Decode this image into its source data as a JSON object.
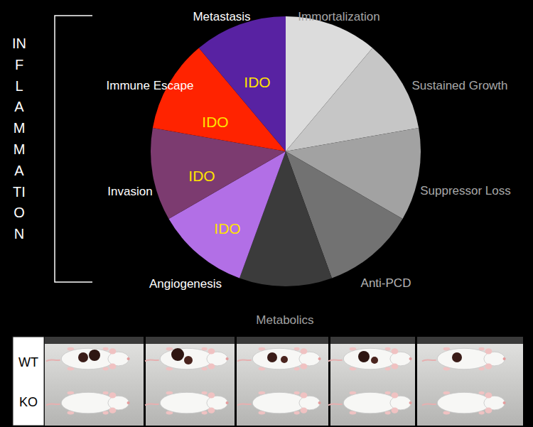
{
  "diagram": {
    "nodes": [
      {
        "text": [
          "Immortalization"
        ]
      },
      {
        "text": [
          "Sustained Growth"
        ]
      },
      {
        "text": [
          "Suppressor Loss"
        ]
      },
      {
        "text": [
          "Anti-PCD"
        ]
      },
      {
        "text": [
          "Metabolics"
        ]
      },
      {
        "text": [
          "Angiogenesis",
          "IDO"
        ]
      },
      {
        "text": [
          "Invasion",
          "IDO"
        ]
      },
      {
        "text": [
          "Immune Escape",
          "IDO"
        ]
      },
      {
        "text": [
          "Metastasis",
          "IDO"
        ]
      }
    ],
    "labels": [
      "INFLAMMATION",
      "WT",
      "KO"
    ]
  }
}
